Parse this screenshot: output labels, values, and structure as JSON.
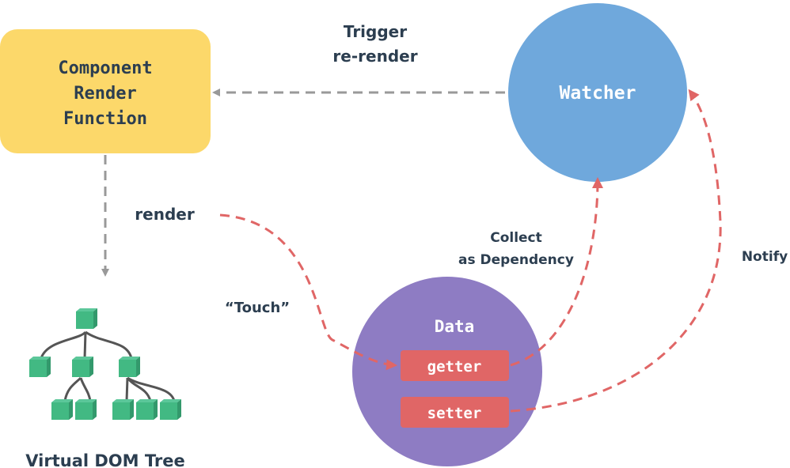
{
  "nodes": {
    "component": {
      "lines": [
        "Component",
        "Render",
        "Function"
      ],
      "color": "#FCD86A"
    },
    "watcher": {
      "label": "Watcher",
      "color": "#6FA8DC"
    },
    "data": {
      "label": "Data",
      "color": "#8E7CC3"
    },
    "getter": {
      "label": "getter",
      "color": "#E06666"
    },
    "setter": {
      "label": "setter",
      "color": "#E06666"
    },
    "vdom": {
      "label": "Virtual DOM Tree",
      "color": "#42B983"
    }
  },
  "edges": {
    "trigger": {
      "lines": [
        "Trigger",
        "re-render"
      ]
    },
    "render": {
      "label": "render"
    },
    "touch": {
      "label": "“Touch”"
    },
    "collect": {
      "lines": [
        "Collect",
        "as Dependency"
      ]
    },
    "notify": {
      "label": "Notify"
    }
  },
  "colors": {
    "text": "#2C3E50",
    "gray_arrow": "#999999",
    "red_arrow": "#E06666"
  }
}
